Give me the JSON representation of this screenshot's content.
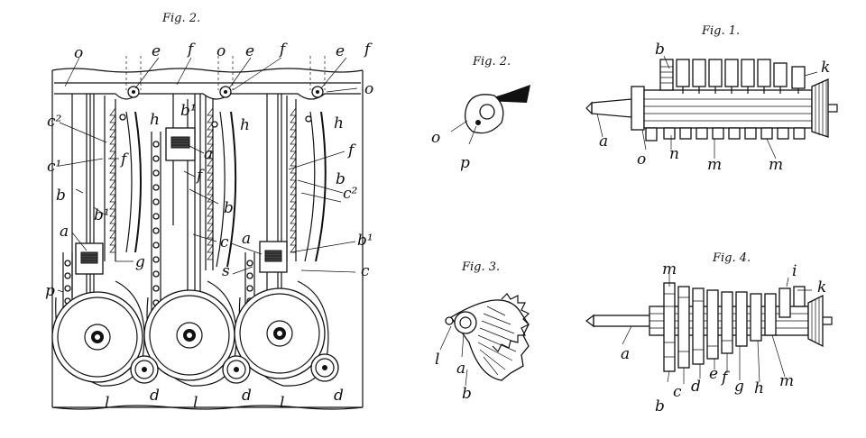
{
  "figures": {
    "main": {
      "caption": "Fig. 2.",
      "labels": {
        "o_top_left": "o",
        "e1": "e",
        "f1": "f",
        "o_mid": "o",
        "e2": "e",
        "f2": "f",
        "e3": "e",
        "f3": "f",
        "o_right": "o",
        "c2_left": "c²",
        "c1_left": "c¹",
        "f_left": "f",
        "b_left": "b",
        "b1_left": "b¹",
        "a_left": "a",
        "g_left": "g",
        "p_left": "p",
        "h1": "h",
        "b1_mid": "b¹",
        "h2": "h",
        "h3": "h",
        "a_mid": "a",
        "f_mid": "f",
        "b_mid": "b",
        "c_mid": "c",
        "f_right": "f",
        "b_right": "b",
        "c2_right": "c²",
        "a_lower": "a",
        "s_lower": "s",
        "b1_right": "b¹",
        "c_right": "c",
        "l1": "l",
        "d1": "d",
        "l2": "l",
        "d2": "d",
        "l3": "l",
        "d3": "d"
      }
    },
    "fig2_small": {
      "caption": "Fig. 2.",
      "labels": {
        "o": "o",
        "p": "p"
      }
    },
    "fig3": {
      "caption": "Fig. 3.",
      "labels": {
        "l": "l",
        "a": "a",
        "b": "b"
      }
    },
    "fig1": {
      "caption": "Fig. 1.",
      "labels": {
        "b": "b",
        "k": "k",
        "a": "a",
        "o": "o",
        "n": "n",
        "m1": "m",
        "m2": "m"
      }
    },
    "fig4": {
      "caption": "Fig. 4.",
      "labels": {
        "m_top": "m",
        "i": "i",
        "k": "k",
        "a": "a",
        "b": "b",
        "c": "c",
        "d": "d",
        "e": "e",
        "f": "f",
        "g": "g",
        "h": "h",
        "m": "m"
      }
    }
  }
}
